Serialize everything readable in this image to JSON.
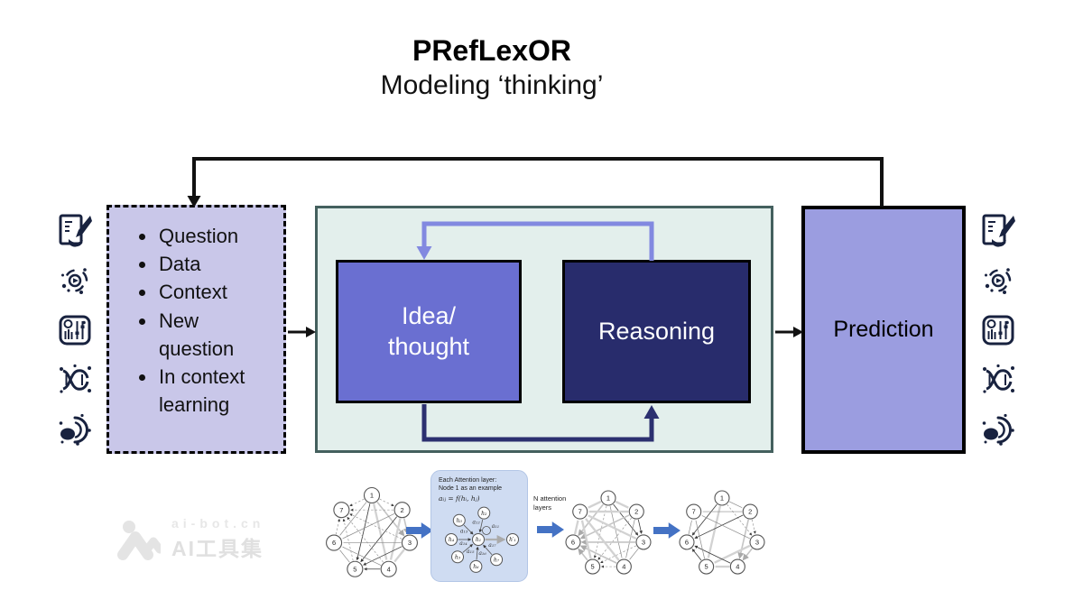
{
  "title": {
    "main": "PRefLexOR",
    "subtitle": "Modeling ‘thinking’"
  },
  "input_box": {
    "items": [
      "Question",
      "Data",
      "Context",
      "New question",
      "In context learning"
    ]
  },
  "process": {
    "idea_label": "Idea/\nthought",
    "reasoning_label": "Reasoning"
  },
  "output": {
    "prediction_label": "Prediction"
  },
  "side_icons": [
    "annotate-document-icon",
    "radar-target-icon",
    "equalizer-panel-icon",
    "dna-icon",
    "microphone-organism-icon"
  ],
  "attention_panel": {
    "line1": "Each Attention layer:",
    "line2": "Node 1 as an example",
    "formula": "aᵢⱼ = f(hᵢ, hⱼ)"
  },
  "n_attention_label": "N attention\nlayers",
  "graphs": {
    "node_labels": [
      "1",
      "2",
      "3",
      "4",
      "5",
      "6",
      "7"
    ]
  },
  "star": {
    "center": "h₁",
    "satellites": [
      "h₂",
      "h₃",
      "h₄",
      "h₅",
      "h₆",
      "h₇"
    ],
    "edge_labels": [
      "a₁₂",
      "a₁₃",
      "a₁₄",
      "a₁₅",
      "a₁₆",
      "a₁₇"
    ],
    "self_label": "a₁₁",
    "output": "h′₁"
  },
  "watermark": {
    "site": "ai-bot.cn",
    "name": "AI工具集"
  },
  "colors": {
    "input_fill": "#c9c7e9",
    "container_fill": "#e3efec",
    "container_border": "#44605e",
    "idea_fill": "#6a6fd1",
    "reasoning_fill": "#282c6c",
    "prediction_fill": "#9b9de0",
    "loop_purple": "#8289e0",
    "loop_navy": "#2c3070",
    "flow_blue": "#4472c4",
    "attention_fill": "#cfdcf2",
    "icon": "#18223f"
  }
}
